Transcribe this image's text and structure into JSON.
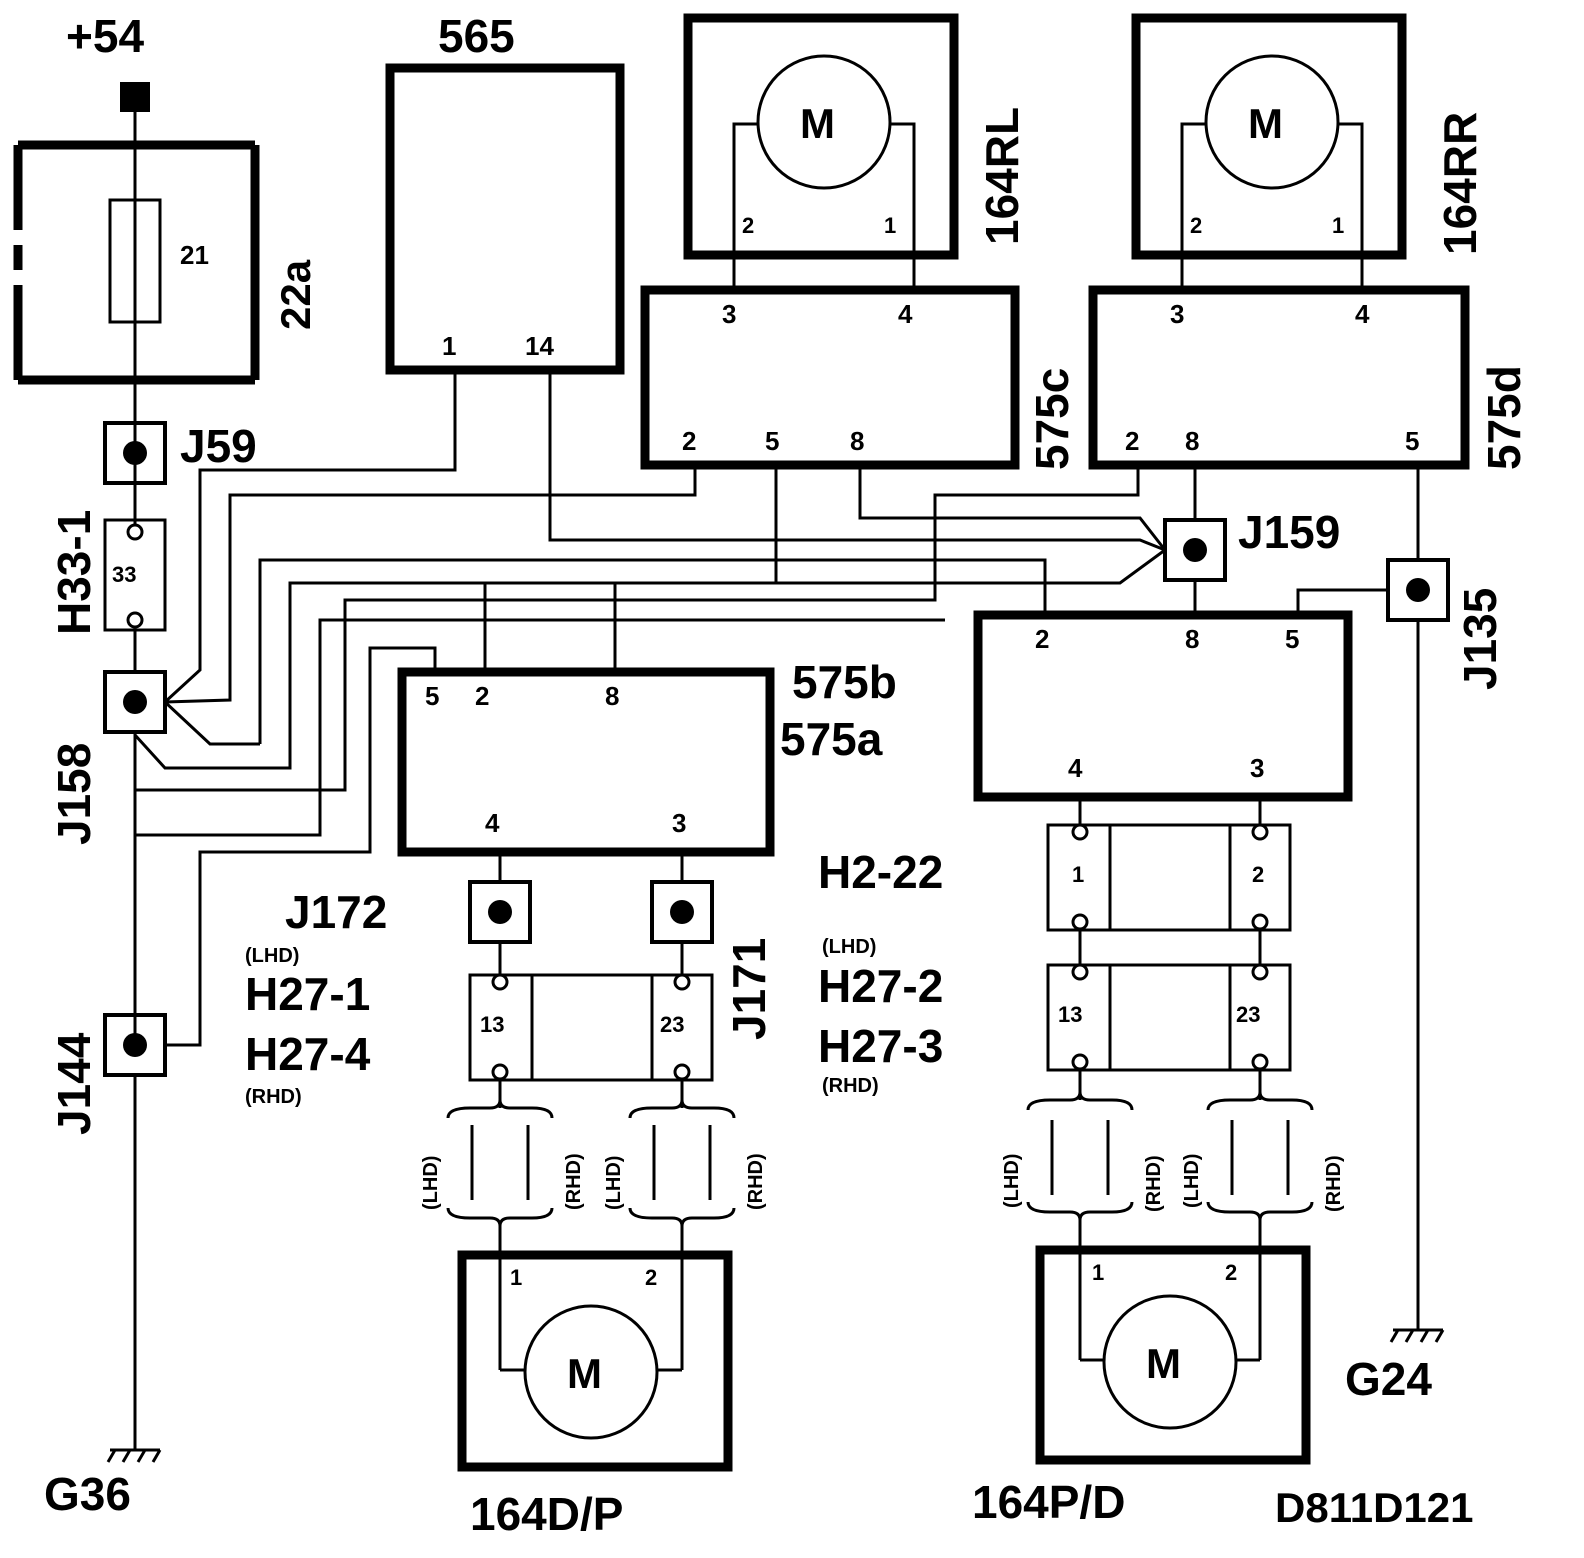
{
  "diagram_id": "D811D121",
  "supply": "+54",
  "grounds": {
    "left": "G36",
    "right": "G24"
  },
  "fuse": {
    "box_label": "22a",
    "fuse_number": "21"
  },
  "connectors": {
    "h33": {
      "label": "H33-1",
      "pin": "33"
    },
    "h2_22": {
      "label": "H2-22",
      "pins": [
        "1",
        "2"
      ]
    },
    "h27_left": {
      "top_label": "H27-1",
      "bottom_label": "H27-4",
      "lhd": "(LHD)",
      "rhd": "(RHD)",
      "pins": [
        "13",
        "23"
      ]
    },
    "h27_right": {
      "top_label": "H27-2",
      "bottom_label": "H27-3",
      "lhd": "(LHD)",
      "rhd": "(RHD)",
      "pins": [
        "13",
        "23"
      ]
    },
    "bridge_lhd": "(LHD)",
    "bridge_rhd": "(RHD)"
  },
  "junctions": [
    "J59",
    "J158",
    "J159",
    "J135",
    "J172",
    "J171",
    "J144"
  ],
  "modules": {
    "m565": {
      "label": "565",
      "pins": [
        "1",
        "14"
      ]
    },
    "m575c": {
      "label": "575c",
      "top_pins": [
        "3",
        "4"
      ],
      "bottom_pins": [
        "2",
        "5",
        "8"
      ]
    },
    "m575d": {
      "label": "575d",
      "top_pins": [
        "3",
        "4"
      ],
      "bottom_pins": [
        "2",
        "8",
        "5"
      ]
    },
    "m575a": {
      "label": "575a",
      "top_pins": [
        "5",
        "2",
        "8"
      ],
      "bottom_pins": [
        "4",
        "3"
      ]
    },
    "m575b": {
      "label": "575b",
      "top_pins": [
        "2",
        "8",
        "5"
      ],
      "bottom_pins": [
        "4",
        "3"
      ]
    }
  },
  "motors": {
    "rl": {
      "label": "164RL",
      "symbol": "M",
      "pins": [
        "2",
        "1"
      ]
    },
    "rr": {
      "label": "164RR",
      "symbol": "M",
      "pins": [
        "2",
        "1"
      ]
    },
    "dp": {
      "label": "164D/P",
      "symbol": "M",
      "pins": [
        "1",
        "2"
      ]
    },
    "pd": {
      "label": "164P/D",
      "symbol": "M",
      "pins": [
        "1",
        "2"
      ]
    }
  }
}
